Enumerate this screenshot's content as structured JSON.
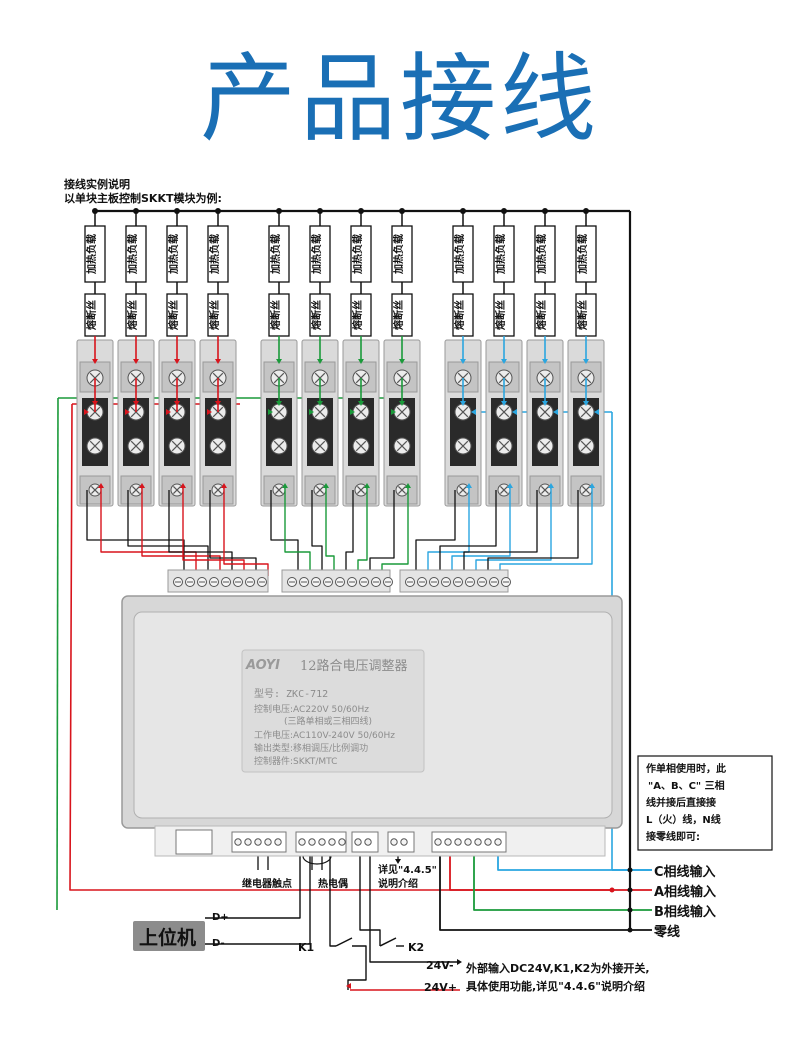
{
  "title": "产品接线",
  "intro": {
    "line1": "接线实例说明",
    "line2": "以单块主板控制SKKT模块为例:"
  },
  "load_label": "加热负载",
  "fuse_label": "熔断丝",
  "colors": {
    "red": "#d8141c",
    "green": "#1a9a3a",
    "blue": "#2aa6e0",
    "black": "#111111",
    "title": "#1a6fb5"
  },
  "device": {
    "brand": "AOYI",
    "name": "12路合电压调整器",
    "model": "型号: ZKC-712",
    "ctrl_v": "控制电压:AC220V 50/60Hz",
    "ctrl_v2": "(三路单相或三相四线)",
    "work_v": "工作电压:AC110V-240V 50/60Hz",
    "output": "输出类型:移相调压/比例调功",
    "ctrl_dev": "控制器件:SKKT/MTC"
  },
  "bottom_labels": {
    "relay": "继电器触点",
    "thermo": "热电偶",
    "see445_1": "详见\"4.4.5\"",
    "see445_2": "说明介绍"
  },
  "note": {
    "l1": "作单相使用时，此",
    "l2": "\"A、B、C\" 三相",
    "l3": "线并接后直接接",
    "l4": "L（火）线，N线",
    "l5": "接零线即可:"
  },
  "phases": {
    "c": "C相线输入",
    "a": "A相线输入",
    "b": "B相线输入",
    "n": "零线"
  },
  "host": {
    "label": "上位机",
    "dplus": "D+",
    "dminus": "D-"
  },
  "switches": {
    "k1": "K1",
    "k2": "K2",
    "v24m": "24V-",
    "v24p": "24V+"
  },
  "ext_note": {
    "l1": "外部输入DC24V,K1,K2为外接开关,",
    "l2": "具体使用功能,详见\"4.4.6\"说明介绍"
  }
}
